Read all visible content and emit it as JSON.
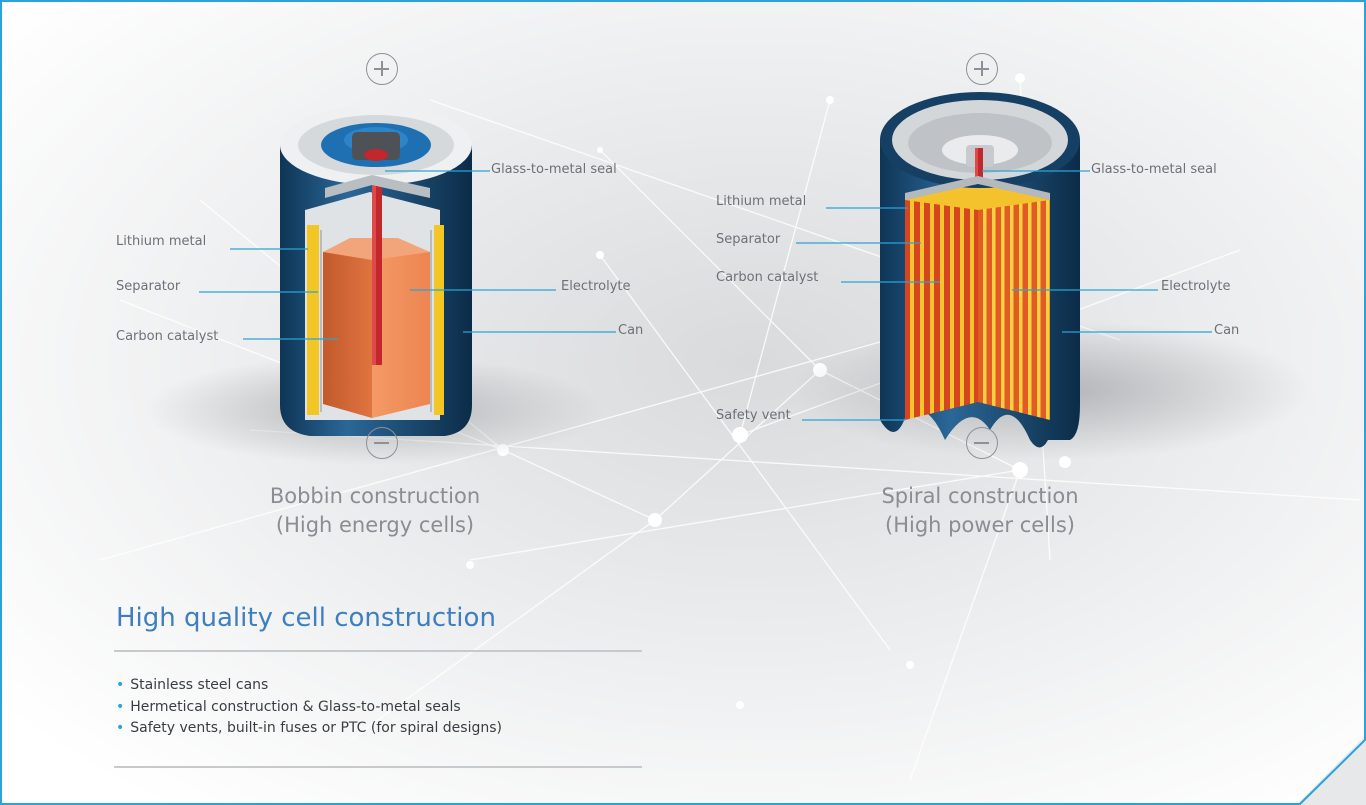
{
  "colors": {
    "border": "#2aa3d6",
    "callout_line": "#2aa3d6",
    "title": "#3f7fbf",
    "can_blue": "#1f4f78",
    "carbon_orange": "#e8874f",
    "lithium_yellow": "#f2cf2a",
    "seal_red": "#c0282b"
  },
  "bobbin": {
    "terminal_positive": "+",
    "terminal_negative": "−",
    "labels": {
      "seal": "Glass-to-metal seal",
      "lithium": "Lithium metal",
      "separator": "Separator",
      "carbon": "Carbon catalyst",
      "electrolyte": "Electrolyte",
      "can": "Can"
    },
    "caption": [
      "Bobbin construction",
      "(High energy cells)"
    ]
  },
  "spiral": {
    "terminal_positive": "+",
    "terminal_negative": "−",
    "labels": {
      "seal": "Glass-to-metal seal",
      "lithium": "Lithium metal",
      "separator": "Separator",
      "carbon": "Carbon catalyst",
      "electrolyte": "Electrolyte",
      "can": "Can",
      "vent": "Safety vent"
    },
    "caption": [
      "Spiral construction",
      "(High power cells)"
    ]
  },
  "section": {
    "title": "High quality cell construction",
    "bullets": [
      "Stainless steel cans",
      "Hermetical construction & Glass-to-metal seals",
      "Safety vents, built-in fuses or PTC (for spiral designs)"
    ]
  }
}
